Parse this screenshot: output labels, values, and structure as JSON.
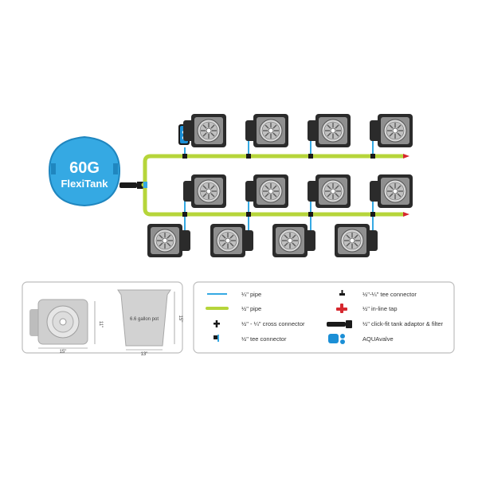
{
  "tank": {
    "line1": "60G",
    "line2": "FlexiTank",
    "color": "#35a9e3"
  },
  "colors": {
    "half_pipe": "#b6d53a",
    "quarter_pipe": "#35a9e3",
    "pot": "#2b2b2b",
    "pot_face": "#9a9a9a",
    "tap": "#d6282f",
    "aquavalve": "#1b8fd6"
  },
  "dimensions": {
    "pot_width": "15\"",
    "pot_height": "11\"",
    "bucket_capacity": "6.6 gallon pot",
    "bucket_width": "13\"",
    "bucket_height": "15\""
  },
  "legend": [
    {
      "icon": "quarter-pipe-icon",
      "label": "¼\" pipe"
    },
    {
      "icon": "half-pipe-icon",
      "label": "½\" pipe"
    },
    {
      "icon": "cross-connector-icon",
      "label": "½\" - ¼\" cross connector"
    },
    {
      "icon": "tee-connector-blue-icon",
      "label": "½\" tee connector"
    },
    {
      "icon": "tee-connector-reducer-icon",
      "label": "½\"-¼\" tee connector"
    },
    {
      "icon": "inline-tap-icon",
      "label": "½\" in-line tap"
    },
    {
      "icon": "tank-adaptor-icon",
      "label": "½\" click-fit tank adaptor & filter"
    },
    {
      "icon": "aquavalve-icon",
      "label": "AQUAvalve"
    }
  ]
}
